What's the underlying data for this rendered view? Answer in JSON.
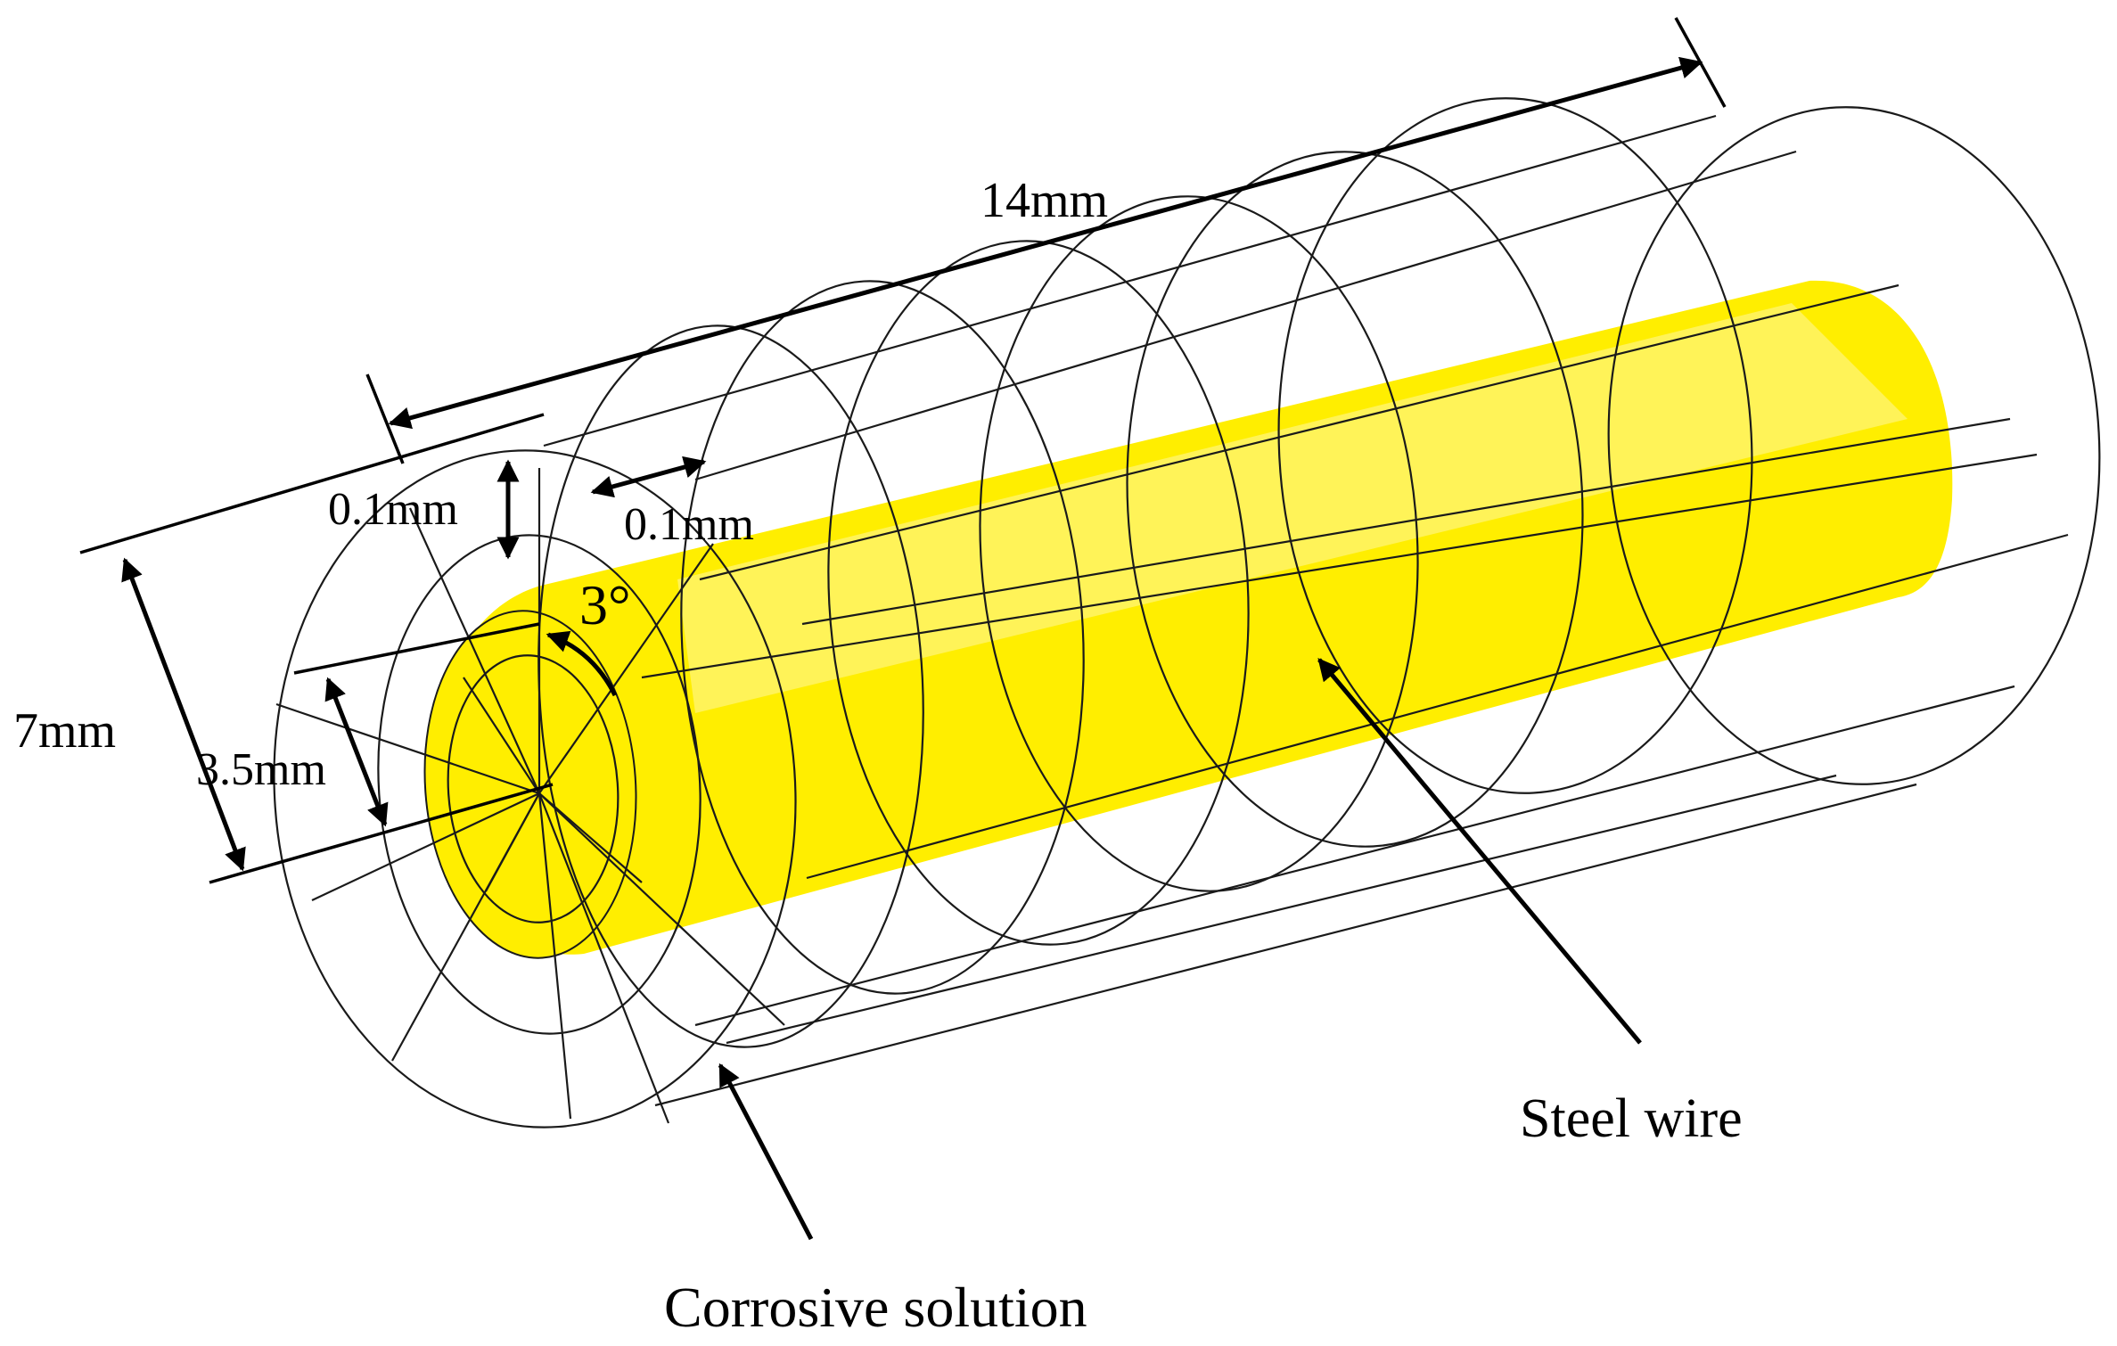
{
  "labels": {
    "length": "14mm",
    "diameter": "7mm",
    "radius": "3.5mm",
    "radial_mesh": "0.1mm",
    "axial_mesh": "0.1mm",
    "angle": "3°",
    "steel_wire": "Steel wire",
    "corrosive_solution": "Corrosive solution"
  },
  "colors": {
    "steel_wire": "#ffee00",
    "steel_wire_highlight": "#fff8a0",
    "wireframe": "#1a1a1a",
    "dimension": "#000000"
  }
}
